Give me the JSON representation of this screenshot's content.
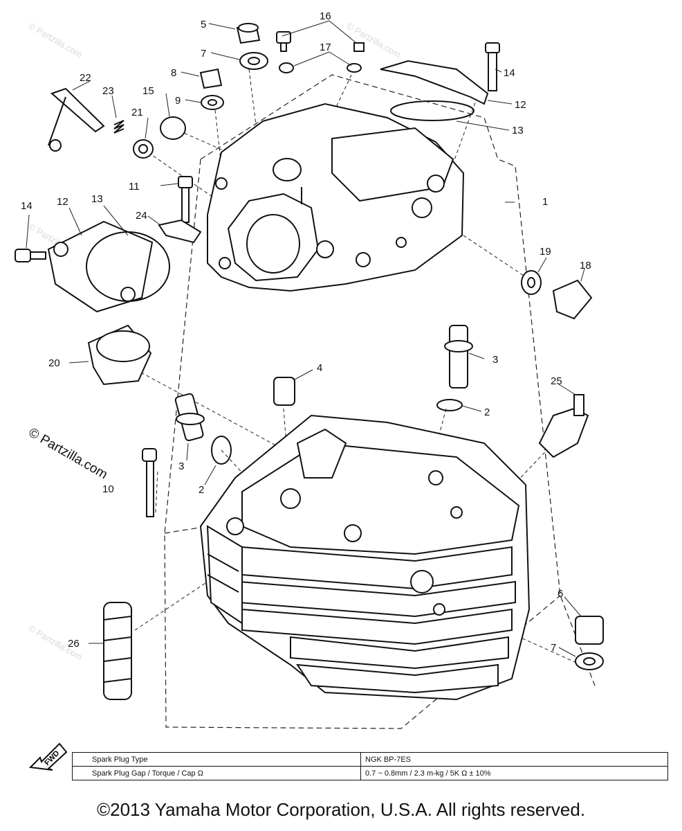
{
  "callouts": [
    {
      "id": "c1",
      "text": "1"
    },
    {
      "id": "c2a",
      "text": "2"
    },
    {
      "id": "c2b",
      "text": "2"
    },
    {
      "id": "c3a",
      "text": "3"
    },
    {
      "id": "c3b",
      "text": "3"
    },
    {
      "id": "c4",
      "text": "4"
    },
    {
      "id": "c5",
      "text": "5"
    },
    {
      "id": "c6",
      "text": "6"
    },
    {
      "id": "c7a",
      "text": "7"
    },
    {
      "id": "c7b",
      "text": "7"
    },
    {
      "id": "c8",
      "text": "8"
    },
    {
      "id": "c9",
      "text": "9"
    },
    {
      "id": "c10",
      "text": "10"
    },
    {
      "id": "c11",
      "text": "11"
    },
    {
      "id": "c12a",
      "text": "12"
    },
    {
      "id": "c12b",
      "text": "12"
    },
    {
      "id": "c13a",
      "text": "13"
    },
    {
      "id": "c13b",
      "text": "13"
    },
    {
      "id": "c14a",
      "text": "14"
    },
    {
      "id": "c14b",
      "text": "14"
    },
    {
      "id": "c15",
      "text": "15"
    },
    {
      "id": "c16",
      "text": "16"
    },
    {
      "id": "c17",
      "text": "17"
    },
    {
      "id": "c18",
      "text": "18"
    },
    {
      "id": "c19",
      "text": "19"
    },
    {
      "id": "c20",
      "text": "20"
    },
    {
      "id": "c21",
      "text": "21"
    },
    {
      "id": "c22",
      "text": "22"
    },
    {
      "id": "c23",
      "text": "23"
    },
    {
      "id": "c24",
      "text": "24"
    },
    {
      "id": "c25",
      "text": "25"
    },
    {
      "id": "c26",
      "text": "26"
    }
  ],
  "watermark": "© Partzilla.com",
  "fwd_label": "FWD",
  "spec_table": [
    {
      "label": "Spark Plug Type",
      "value": "NGK BP-7ES"
    },
    {
      "label": "Spark Plug Gap / Torque / Cap Ω",
      "value": "0.7 ~ 0.8mm / 2.3 m-kg / 5K Ω ± 10%"
    }
  ],
  "copyright": "©2013 Yamaha Motor Corporation, U.S.A. All rights reserved."
}
